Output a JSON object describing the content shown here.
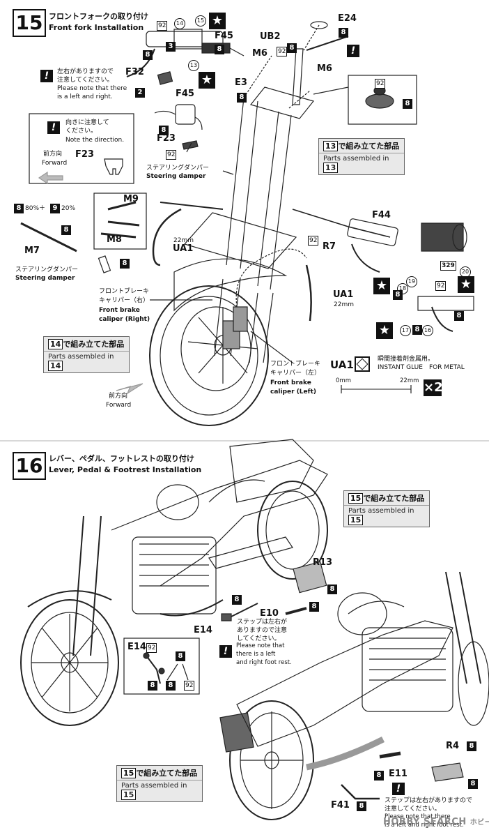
{
  "step15": {
    "number": "15",
    "title_jp": "フロントフォークの取り付け",
    "title_en": "Front fork Installation",
    "parts": {
      "E24": "E24",
      "UB2": "UB2",
      "M6a": "M6",
      "M6b": "M6",
      "E3": "E3",
      "F45a": "F45",
      "F45b": "F45",
      "F32": "F32",
      "F23a": "F23",
      "F23b": "F23",
      "M9": "M9",
      "M8": "M8",
      "M7": "M7",
      "F44": "F44",
      "R7": "R7",
      "UA1a": "UA1",
      "UA1b": "UA1",
      "UA1c": "UA1"
    },
    "color_mix": "80%＋",
    "color_mix2": "20%",
    "steering_damper_jp": "ステアリングダンパー",
    "steering_damper_en": "Steering damper",
    "steering_damper2_jp": "ステアリングダンパー",
    "steering_damper2_en": "Steering damper",
    "note_lr_jp1": "左右がありますので",
    "note_lr_jp2": "注意してください。",
    "note_lr_en1": "Please note that there",
    "note_lr_en2": "is a left and right.",
    "note_dir_jp1": "向きに注意して",
    "note_dir_jp2": "ください。",
    "note_dir_en": "Note the direction.",
    "forward_jp": "前方向",
    "forward_en": "Forward",
    "forward2_jp": "前方向",
    "forward2_en": "Forward",
    "brake_right_jp1": "フロントブレーキ",
    "brake_right_jp2": "キャリパー（右）",
    "brake_right_en1": "Front brake",
    "brake_right_en2": "caliper (Right)",
    "brake_left_jp1": "フロントブレーキ",
    "brake_left_jp2": "キャリパー（左）",
    "brake_left_en1": "Front brake",
    "brake_left_en2": "caliper (Left)",
    "mm22a": "22mm",
    "mm22b": "22mm",
    "glue_jp": "瞬間接着剤金属用。",
    "glue_en": "INSTANT GLUE　FOR METAL",
    "scale_0": "0mm",
    "scale_22": "22mm",
    "times": "×2",
    "assembled13_jp": "で組み立てた部品",
    "assembled13_en": "Parts assembled in",
    "assembled13_num": "13",
    "assembled14_jp": "で組み立てた部品",
    "assembled14_en": "Parts assembled in",
    "assembled14_num": "14"
  },
  "step16": {
    "number": "16",
    "title_jp": "レバー、ペダル、フットレストの取り付け",
    "title_en": "Lever, Pedal & Footrest Installation",
    "parts": {
      "R13": "R13",
      "E10": "E10",
      "E14a": "E14",
      "E14b": "E14",
      "R4": "R4",
      "E11": "E11",
      "F41": "F41"
    },
    "note_step_jp1": "ステップは左右が",
    "note_step_jp2": "ありますので注意",
    "note_step_jp3": "してください。",
    "note_step_en1": "Please note that",
    "note_step_en2": "there is a left",
    "note_step_en3": "and right foot rest.",
    "note_step2_jp": "ステップは左右がありますので",
    "note_step2_jp2": "注意してください。",
    "note_step2_en1": "Please note that there",
    "note_step2_en2": "is a left and right foot rest.",
    "assembled15a_jp": "で組み立てた部品",
    "assembled15a_en": "Parts assembled in",
    "assembled15a_num": "15",
    "assembled15b_jp": "で組み立てた部品",
    "assembled15b_en": "Parts assembled in",
    "assembled15b_num": "15"
  },
  "paint": {
    "c8": "8",
    "c92": "92",
    "c2": "2",
    "c3": "3",
    "c9": "9",
    "c13": "13",
    "c14": "14",
    "c15": "15",
    "c16": "16",
    "c17": "17",
    "c18": "18",
    "c19": "19",
    "c20": "20",
    "c329": "329"
  },
  "watermark": "HOBBY SEARCH",
  "watermark_jp": "ホビーサーチ"
}
